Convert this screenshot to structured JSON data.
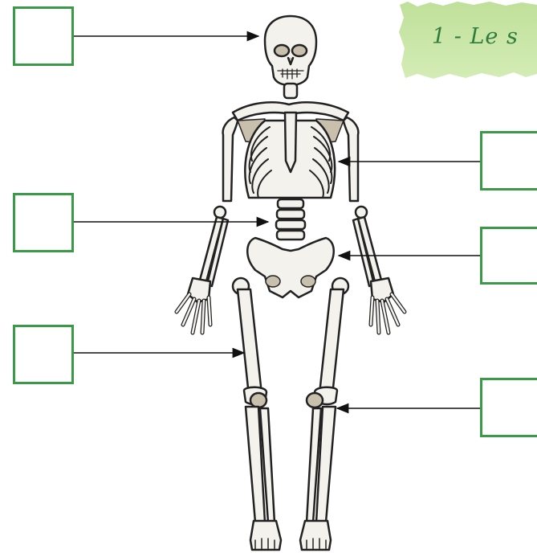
{
  "title_banner": {
    "text": "1 - Le s",
    "color": "#2f7d3c",
    "band_color": "#c9e6a6"
  },
  "label_box_color": "#3a9a47",
  "bone_fill": "#f4f2ed",
  "bone_outline": "#222222",
  "shade_fill": "#c8c0ad",
  "label_boxes": [
    {
      "id": "skull",
      "text": ""
    },
    {
      "id": "spine",
      "text": ""
    },
    {
      "id": "femur",
      "text": ""
    },
    {
      "id": "ribs",
      "text": ""
    },
    {
      "id": "pelvis",
      "text": ""
    },
    {
      "id": "tibia",
      "text": ""
    }
  ]
}
